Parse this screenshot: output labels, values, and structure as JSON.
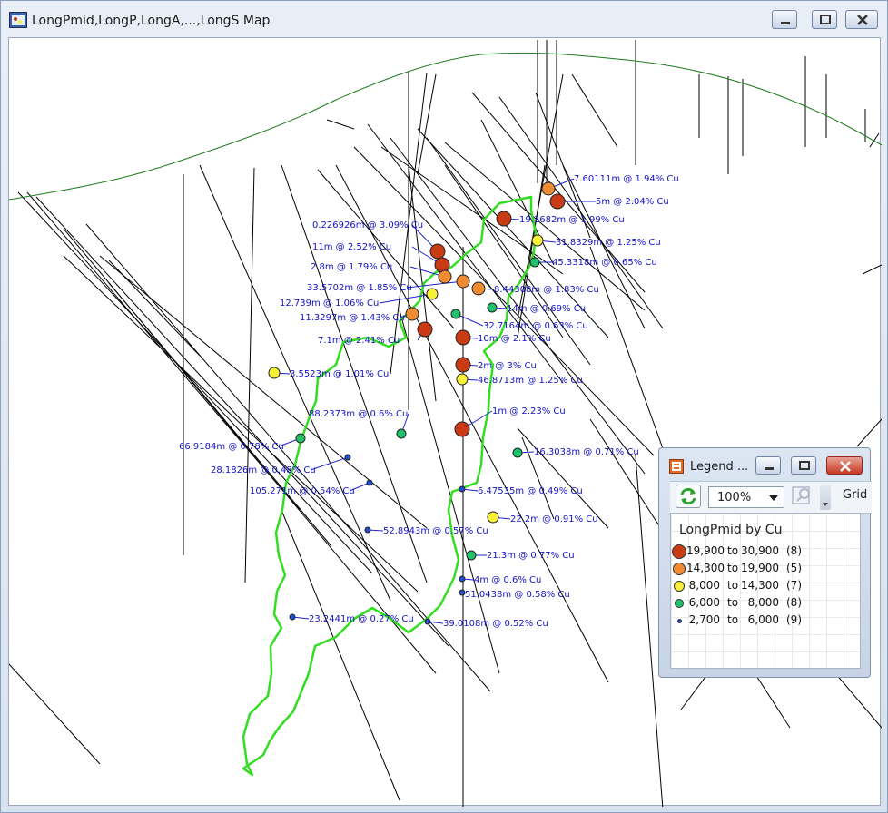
{
  "window": {
    "title": "LongPmid,LongP,LongA,...,LongS Map"
  },
  "colors": {
    "trace": "#33dd22",
    "topography": "#1e7d1e",
    "label": "#1212c8",
    "leader": "#2222cc",
    "drillhole": "#000000"
  },
  "classes": [
    {
      "from": "19,900",
      "to_word": "to",
      "upto": "30,900",
      "count": "(8)",
      "color": "#c93b15"
    },
    {
      "from": "14,300",
      "to_word": "to",
      "upto": "19,900",
      "count": "(5)",
      "color": "#ef8b32"
    },
    {
      "from": "8,000",
      "to_word": "to",
      "upto": "14,300",
      "count": "(7)",
      "color": "#f8f13a"
    },
    {
      "from": "6,000",
      "to_word": "to",
      "upto": "8,000",
      "count": "(8)",
      "color": "#1fc16a"
    },
    {
      "from": "2,700",
      "to_word": "to",
      "upto": "6,000",
      "count": "(9)",
      "color": "#1f4fd6"
    }
  ],
  "map": {
    "labels": [
      "7.60111m @ 1.94% Cu",
      "5m @ 2.04% Cu",
      "19.3682m @ 1.99% Cu",
      "0.226926m @ 3.09% Cu",
      "31.8329m @ 1.25% Cu",
      "11m @ 2.52% Cu",
      "45.3318m @ 0.65% Cu",
      "2.8m @ 1.79% Cu",
      "33.5702m @ 1.85% Cu",
      "8.44308m @ 1.83% Cu",
      "12.739m @ 1.06% Cu",
      "14m @ 0.69% Cu",
      "11.3297m @ 1.43% Cu",
      "32.7164m @ 0.63% Cu",
      "7.1m @ 2.41% Cu",
      "10m @ 2.1% Cu",
      "2m @ 3% Cu",
      "3.5523m @ 1.01% Cu",
      "46.8713m @ 1.25% Cu",
      "1m @ 2.23% Cu",
      "88.2373m @ 0.6% Cu",
      "66.9184m @ 0.78% Cu",
      "16.3038m @ 0.71% Cu",
      "28.1826m @ 0.48% Cu",
      "105.271m @ 0.54% Cu",
      "6.47535m @ 0.49% Cu",
      "22.2m @ 0.91% Cu",
      "52.8943m @ 0.57% Cu",
      "21.3m @ 0.77% Cu",
      "4m @ 0.6% Cu",
      "51.0438m @ 0.58% Cu",
      "23.2441m @ 0.27% Cu",
      "39.0108m @ 0.52% Cu"
    ]
  },
  "legend": {
    "title": "Legend ...",
    "zoom": "100%",
    "grid_label": "Grid",
    "heading": "LongPmid by Cu"
  }
}
